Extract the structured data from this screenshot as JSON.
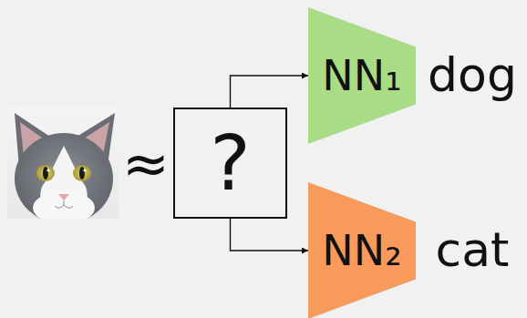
{
  "diagram": {
    "nodes": [
      {
        "text": [
          "?"
        ]
      },
      {
        "text": [
          "NN₁"
        ]
      },
      {
        "text": [
          "NN₂"
        ]
      }
    ],
    "edges": [
      {
        "from": 0,
        "to": 1,
        "arrow": "to"
      },
      {
        "from": 0,
        "to": 2,
        "arrow": "to"
      }
    ],
    "labels": [
      "≈",
      "dog",
      "cat"
    ]
  }
}
